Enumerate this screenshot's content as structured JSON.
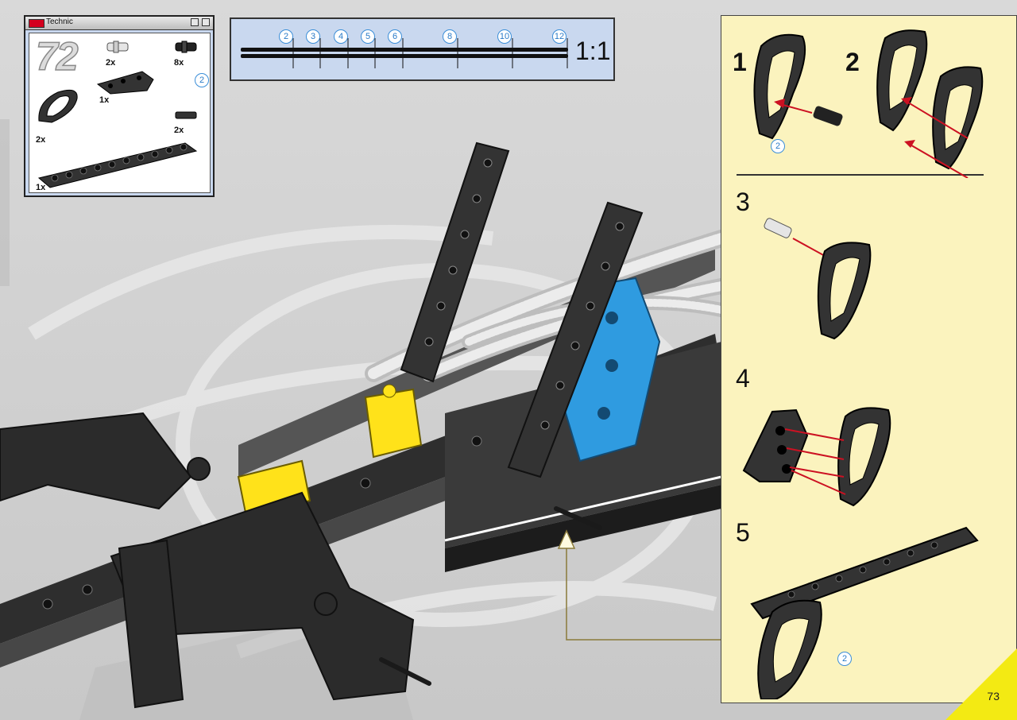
{
  "window": {
    "title": "Technic"
  },
  "step": {
    "number": "72"
  },
  "parts": [
    {
      "name": "pin-long",
      "qty": "2x"
    },
    {
      "name": "pin-short",
      "qty": "8x"
    },
    {
      "name": "liftarm-triangle",
      "qty": "1x"
    },
    {
      "name": "axle-size",
      "label": "2"
    },
    {
      "name": "liftarm-curved",
      "qty": "2x"
    },
    {
      "name": "axle-2",
      "qty": "2x"
    },
    {
      "name": "beam-long",
      "qty": "1x"
    }
  ],
  "ruler": {
    "marks": [
      "2",
      "3",
      "4",
      "5",
      "6",
      "8",
      "10",
      "12"
    ],
    "scale": "1:1"
  },
  "substeps": [
    "1",
    "2",
    "3",
    "4",
    "5"
  ],
  "callouts": {
    "substep1_axle": "2",
    "substep5_axle": "2"
  },
  "page": {
    "number": "73"
  },
  "colors": {
    "panel": "#fbf3be",
    "window": "#c9d8ef",
    "accent": "#f3ea13",
    "arrow": "#cc1122",
    "blue_part": "#2f9be0",
    "yellow_part": "#ffe21a"
  }
}
